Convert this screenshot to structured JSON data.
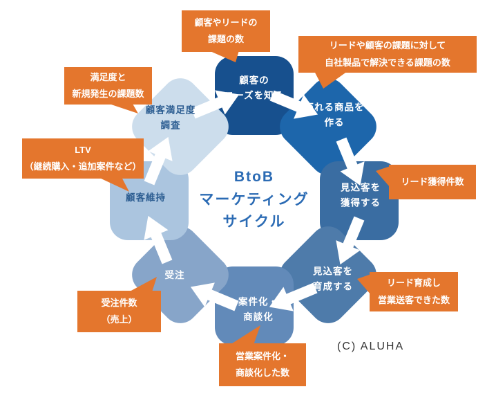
{
  "diagram": {
    "title": "BtoB marketing cycle diagram",
    "center": {
      "label": "BtoB\nマーケティング\nサイクル"
    },
    "segments": [
      {
        "label": "顧客の\nニーズを知る",
        "color": "#17508E"
      },
      {
        "label": "売れる商品を\n作る",
        "color": "#1D66AB"
      },
      {
        "label": "見込客を\n獲得する",
        "color": "#3A6DA2"
      },
      {
        "label": "見込客を\n育成する",
        "color": "#4E7BAA"
      },
      {
        "label": "案件化・\n商談化",
        "color": "#628AB9"
      },
      {
        "label": "受注",
        "color": "#87A5C9"
      },
      {
        "label": "顧客維持",
        "color": "#ABC5DF"
      },
      {
        "label": "顧客満足度\n調査",
        "color": "#CCDDEC"
      }
    ],
    "callouts": [
      {
        "text": "顧客やリードの\n課題の数"
      },
      {
        "text": "リードや顧客の課題に対して\n自社製品で解決できる課題の数"
      },
      {
        "text": "リード獲得件数"
      },
      {
        "text": "リード育成し\n営業送客できた数"
      },
      {
        "text": "営業案件化・\n商談化した数"
      },
      {
        "text": "受注件数\n（売上）"
      },
      {
        "text": "LTV\n（継続購入・追加案件など）"
      },
      {
        "text": "満足度と\n新規発生の課題数"
      }
    ],
    "colors": {
      "accent_orange": "#E4762D",
      "center_text_blue": "#2B6BB4",
      "dark_label_blue": "#2D5E92",
      "arrow_white": "#FFFFFF",
      "copyright_gray": "#333333"
    },
    "copyright": "(C)  ALUHA"
  }
}
